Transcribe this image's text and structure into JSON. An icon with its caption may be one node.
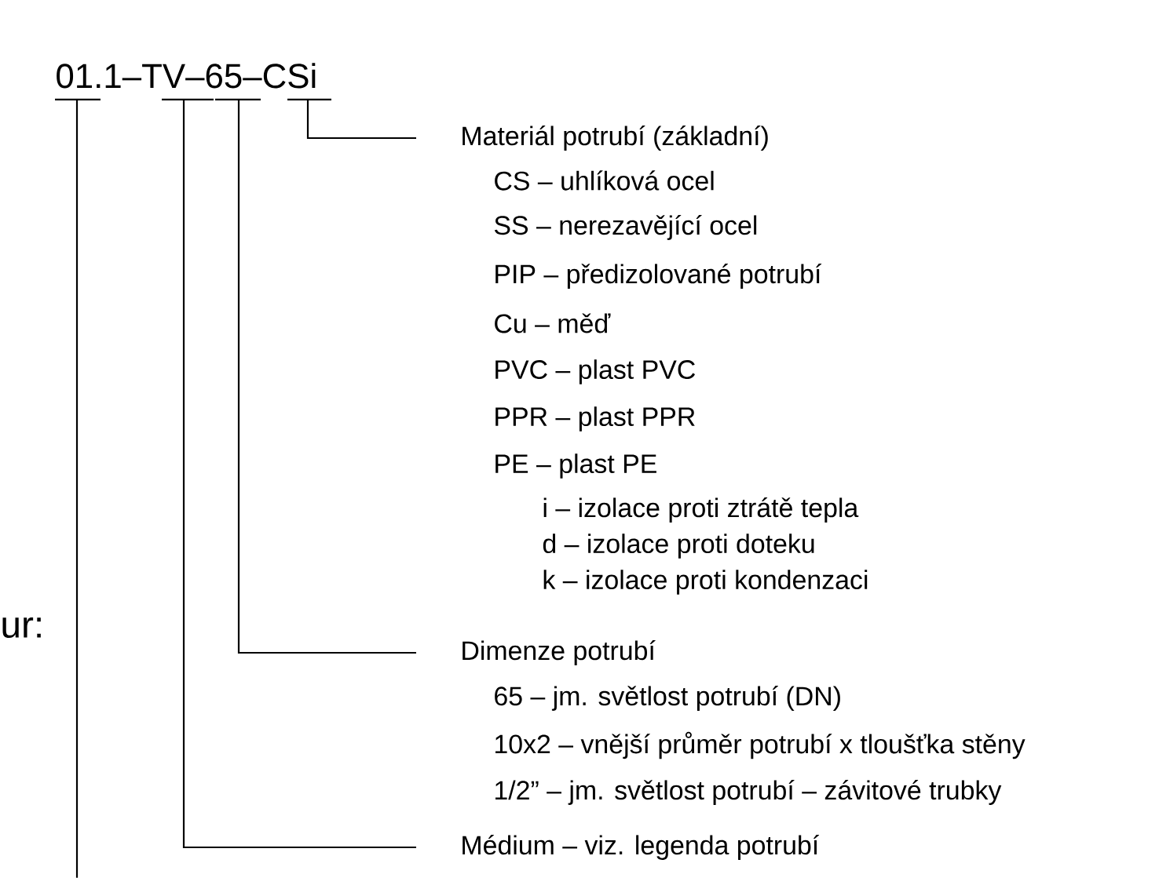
{
  "diagram": {
    "nodes": [
      {
        "text": [
          "01.1–TV–65–CSi"
        ]
      },
      {
        "text": [
          "Materiál potrubí (základní)"
        ]
      },
      {
        "text": [
          "Dimenze potrubí"
        ]
      },
      {
        "text": [
          "Médium – viz. legenda potrubí"
        ]
      }
    ],
    "edges": [
      {
        "from": 0,
        "to": 1,
        "arrow": "none"
      },
      {
        "from": 0,
        "to": 2,
        "arrow": "none"
      },
      {
        "from": 0,
        "to": 3,
        "arrow": "none"
      },
      {
        "from": 0,
        "to": null,
        "arrow": "none"
      }
    ],
    "labels": [
      "CS – uhlíková ocel",
      "SS – nerezavějící ocel",
      "PIP – předizolované potrubí",
      "Cu – měď",
      "PVC – plast PVC",
      "PPR – plast PPR",
      "PE – plast PE",
      "i – izolace proti ztrátě tepla",
      "d – izolace proti doteku",
      "k – izolace proti kondenzaci",
      "ur:",
      "65 – jm. světlost potrubí (DN)",
      "10x2 – vnější průměr potrubí x tloušťka stěny",
      "1/2” – jm. světlost potrubí – závitové trubky"
    ]
  }
}
